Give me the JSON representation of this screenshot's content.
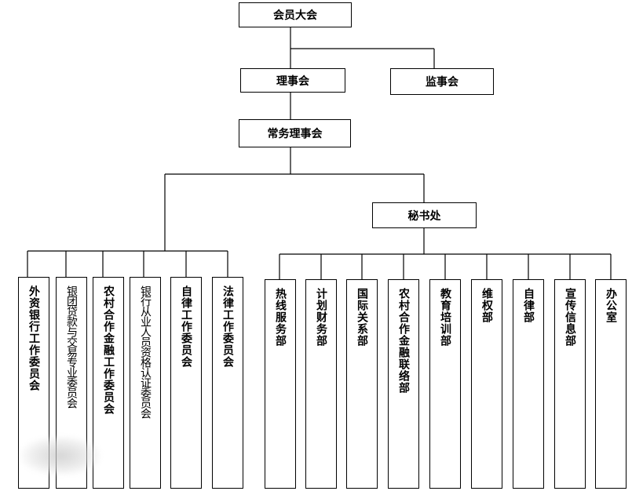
{
  "nodes": {
    "general_assembly": "会员大会",
    "council": "理事会",
    "supervisory_board": "监事会",
    "standing_council": "常务理事会",
    "secretariat": "秘书处"
  },
  "committees": [
    "外资银行工作委员会",
    "银团贷款与交易专业委员会",
    "农村合作金融工作委员会",
    "银行从业人员资格认证委员会",
    "自律工作委员会",
    "法律工作委员会"
  ],
  "departments": [
    "热线服务部",
    "计划财务部",
    "国际关系部",
    "农村合作金融联络部",
    "教育培训部",
    "维权部",
    "自律部",
    "宣传信息部",
    "办公室"
  ]
}
